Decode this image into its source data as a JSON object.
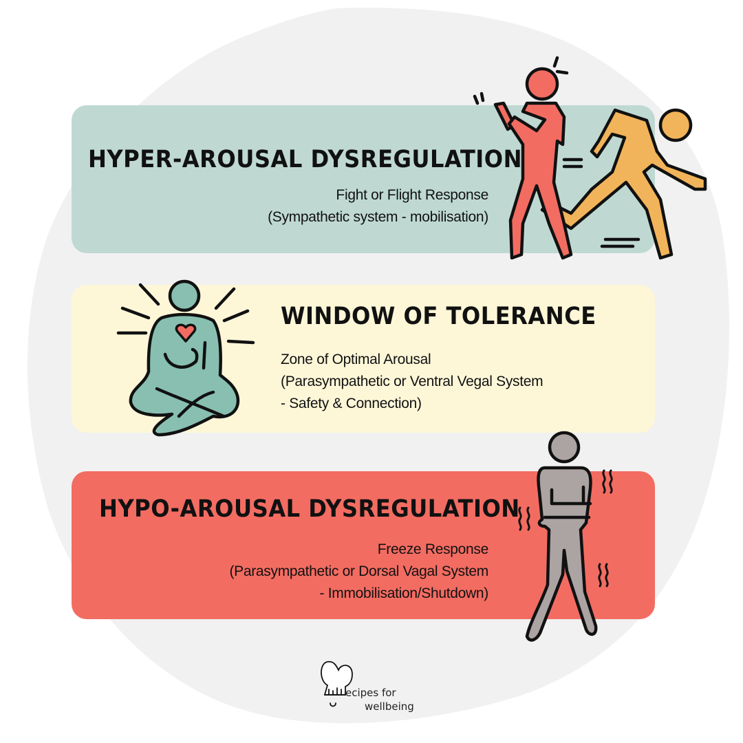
{
  "sections": [
    {
      "id": "hyper",
      "title": "HYPER-AROUSAL DYSREGULATION",
      "subtitle_line1": "Fight or Flight Response",
      "subtitle_line2": "(Sympathetic system - mobilisation)",
      "color": "#bfd9d2",
      "illustration": "fight-flight-figures-icon"
    },
    {
      "id": "window",
      "title": "WINDOW OF TOLERANCE",
      "subtitle_line1": "Zone of Optimal Arousal",
      "subtitle_line2": "(Parasympathetic or Ventral Vegal System",
      "subtitle_line3": "- Safety & Connection)",
      "color": "#fdf7d8",
      "illustration": "meditating-figure-heart-icon"
    },
    {
      "id": "hypo",
      "title": "HYPO-AROUSAL DYSREGULATION",
      "subtitle_line1": "Freeze Response",
      "subtitle_line2": "(Parasympathetic or Dorsal Vagal System",
      "subtitle_line3": "- Immobilisation/Shutdown)",
      "color": "#f36c62",
      "illustration": "frozen-figure-icon"
    }
  ],
  "logo": {
    "line1": "ecipes for",
    "line2": "wellbeing"
  },
  "colors": {
    "background_blob": "#f1f1f1",
    "fight_figure": "#f36c62",
    "flight_figure": "#f2b45a",
    "calm_figure": "#88bfb0",
    "heart": "#f36c62",
    "freeze_figure": "#aca3a3"
  }
}
